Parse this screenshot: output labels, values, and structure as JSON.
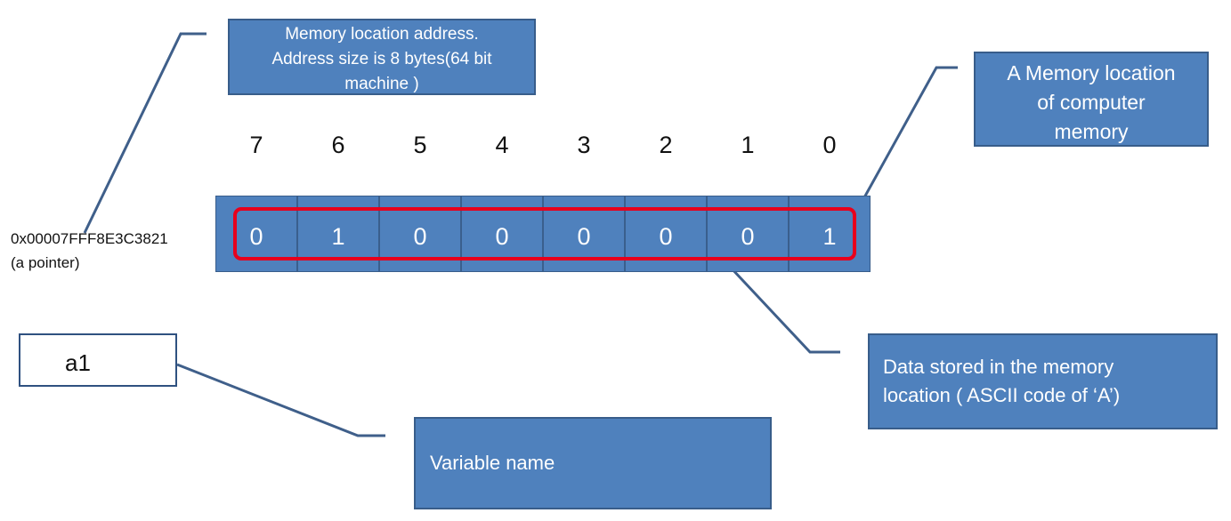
{
  "callouts": {
    "address": [
      "Memory location address.",
      "Address size is 8 bytes(64 bit",
      "machine )"
    ],
    "location": [
      "A Memory location",
      "of computer",
      "memory"
    ],
    "data": [
      "Data stored in the memory",
      "location ( ASCII code of ‘A’)"
    ],
    "variable_name": "Variable name"
  },
  "memory_cell": {
    "bit_indices": [
      "7",
      "6",
      "5",
      "4",
      "3",
      "2",
      "1",
      "0"
    ],
    "bit_values": [
      "0",
      "1",
      "0",
      "0",
      "0",
      "0",
      "0",
      "1"
    ]
  },
  "address_label": {
    "value": "0x00007FFF8E3C3821",
    "note": "(a pointer)"
  },
  "variable": {
    "name": "a1"
  },
  "colors": {
    "box_fill": "#4f81bd",
    "box_border": "#385d8a",
    "highlight": "#e8001c",
    "connector": "#3f5f8a"
  }
}
